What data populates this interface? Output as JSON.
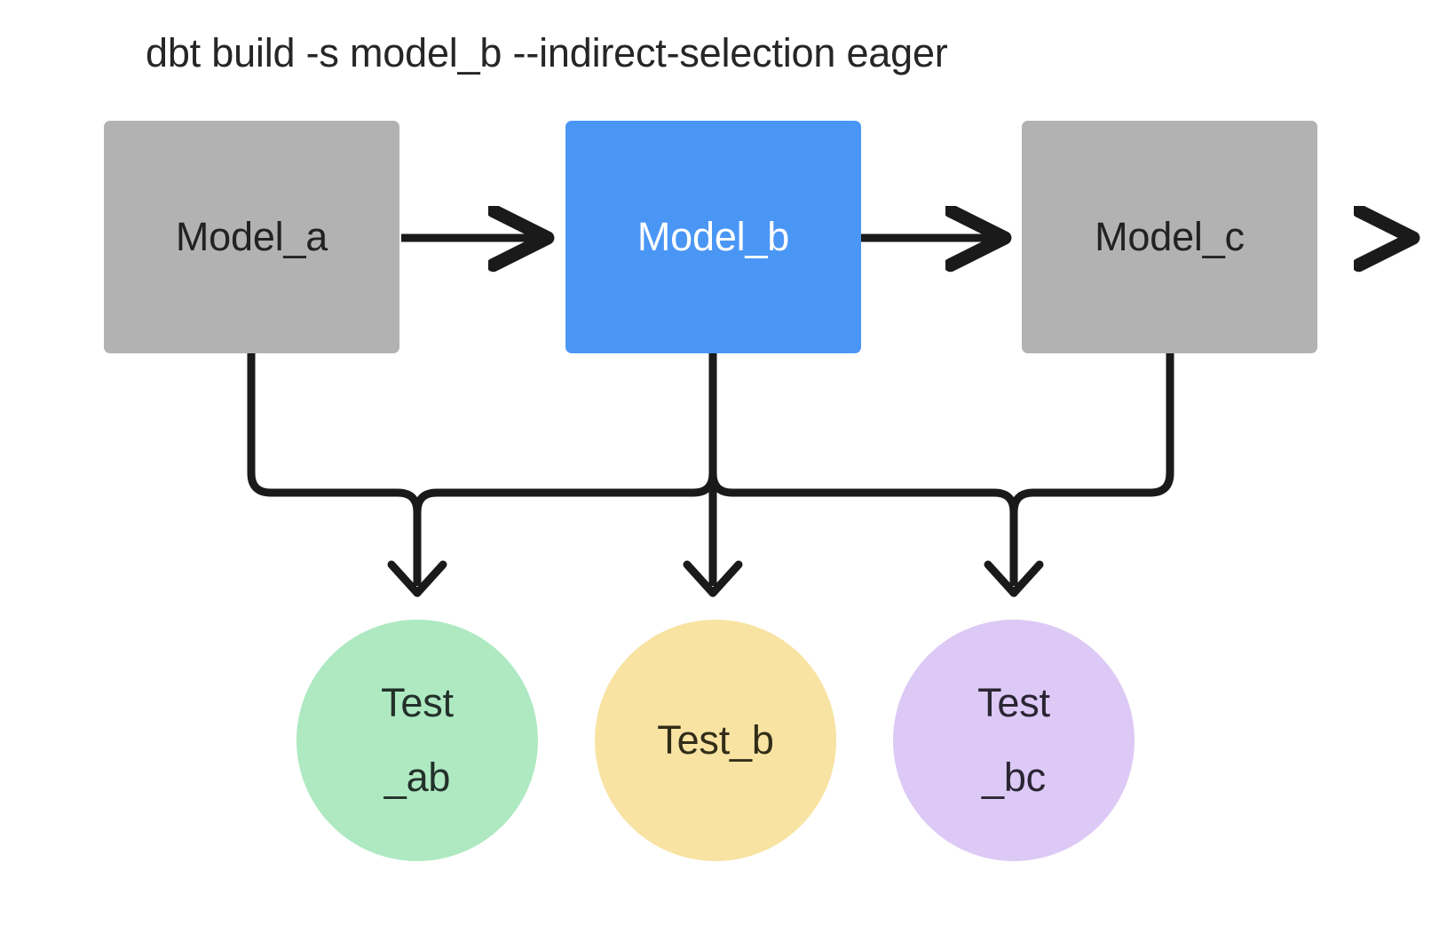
{
  "title": "dbt build -s model_b --indirect-selection eager",
  "colors": {
    "background": "#ffffff",
    "model_default": "#b2b2b2",
    "model_selected": "#4a96f5",
    "model_selected_text": "#ffffff",
    "model_default_text": "#222222",
    "test_ab": "#aee9c1",
    "test_b": "#f8e3a3",
    "test_bc": "#ddc9f5",
    "edge": "#1a1a1a",
    "title_text": "#262626"
  },
  "models": [
    {
      "id": "model_a",
      "label": "Model_a",
      "selected": false
    },
    {
      "id": "model_b",
      "label": "Model_b",
      "selected": true
    },
    {
      "id": "model_c",
      "label": "Model_c",
      "selected": false
    }
  ],
  "tests": [
    {
      "id": "test_ab",
      "label": "Test\n_ab"
    },
    {
      "id": "test_b",
      "label": "Test_b"
    },
    {
      "id": "test_bc",
      "label": "Test\n_bc"
    }
  ],
  "edges": [
    {
      "from": "model_a",
      "to": "model_b",
      "kind": "arrow-horizontal"
    },
    {
      "from": "model_b",
      "to": "model_c",
      "kind": "arrow-horizontal"
    },
    {
      "from": "model_a",
      "to": "test_ab",
      "kind": "arrow-elbow-down"
    },
    {
      "from": "model_b",
      "to": "test_ab",
      "kind": "arrow-elbow-down"
    },
    {
      "from": "model_b",
      "to": "test_b",
      "kind": "arrow-straight-down"
    },
    {
      "from": "model_b",
      "to": "test_bc",
      "kind": "arrow-elbow-down"
    },
    {
      "from": "model_c",
      "to": "test_bc",
      "kind": "arrow-elbow-down"
    }
  ]
}
